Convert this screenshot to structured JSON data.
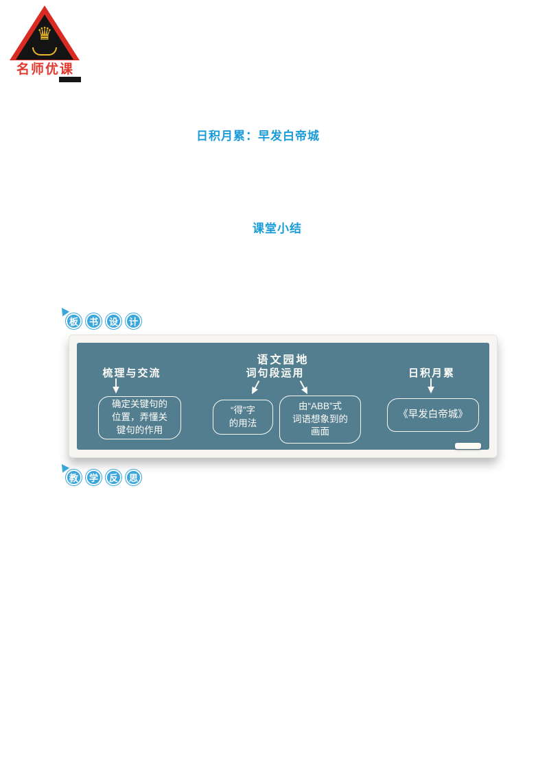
{
  "brand": {
    "name": "名师优课"
  },
  "headings": {
    "primary": "日积月累：早发白帝城",
    "secondary": "课堂小结"
  },
  "sections": {
    "board_design": {
      "label_chars": [
        "板",
        "书",
        "设",
        "计"
      ]
    },
    "reflection": {
      "label_chars": [
        "教",
        "学",
        "反",
        "思"
      ]
    }
  },
  "blackboard": {
    "title": "语文园地",
    "columns": [
      {
        "header": "梳理与交流"
      },
      {
        "header": "词句段运用"
      },
      {
        "header": "日积月累"
      }
    ],
    "boxes": [
      "确定关键句的\n位置，弄懂关\n键句的作用",
      "“得”字\n的用法",
      "由“ABB”式\n词语想象到的\n画面",
      "《早发白帝城》"
    ]
  },
  "colors": {
    "heading_blue": "#1b9cd8",
    "badge_blue": "#3aa6db",
    "board_teal": "#537e90",
    "brand_red": "#e03a2f",
    "crown_gold": "#e9b82e"
  }
}
